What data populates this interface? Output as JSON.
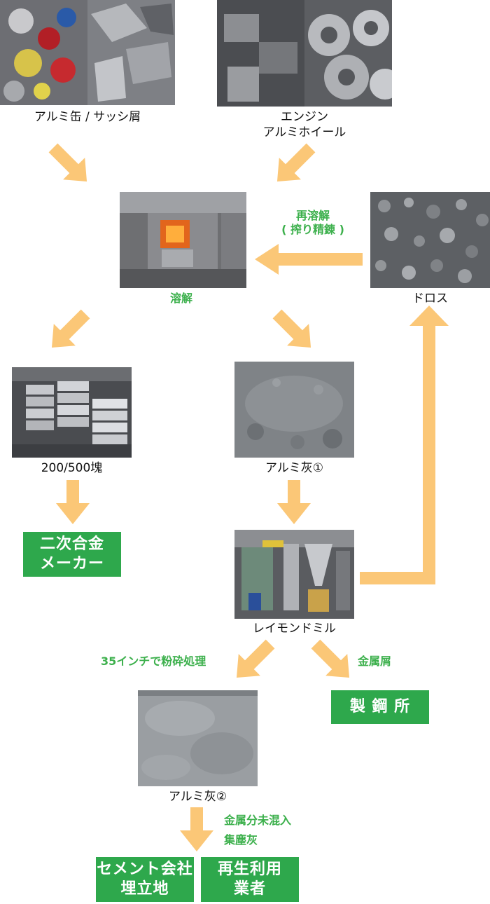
{
  "nodes": {
    "cans": {
      "caption": "アルミ缶 / サッシ屑"
    },
    "engine": {
      "caption_line1": "エンジン",
      "caption_line2": "アルミホイール"
    },
    "melt": {
      "label": "溶解"
    },
    "dross": {
      "caption": "ドロス"
    },
    "ingot": {
      "caption": "200/500塊"
    },
    "ash1": {
      "caption": "アルミ灰①"
    },
    "mill": {
      "caption": "レイモンドミル"
    },
    "ash2": {
      "caption": "アルミ灰②"
    }
  },
  "edges": {
    "remelt_line1": "再溶解",
    "remelt_line2": "( 搾り精錬 )",
    "crush": "35インチで粉砕処理",
    "metal_scrap": "金属屑",
    "mixed_line1": "金属分未混入",
    "mixed_line2": "集塵灰"
  },
  "destinations": {
    "alloy": {
      "line1": "二次合金",
      "line2": "メーカー"
    },
    "steel": {
      "line1": "製 鋼 所"
    },
    "cement": {
      "line1": "セメント会社",
      "line2": "埋立地"
    },
    "reuse": {
      "line1": "再生利用",
      "line2": "業者"
    }
  },
  "colors": {
    "arrow": "#fbc777",
    "green_box": "#2ea84c",
    "green_text": "#3cb04c"
  }
}
